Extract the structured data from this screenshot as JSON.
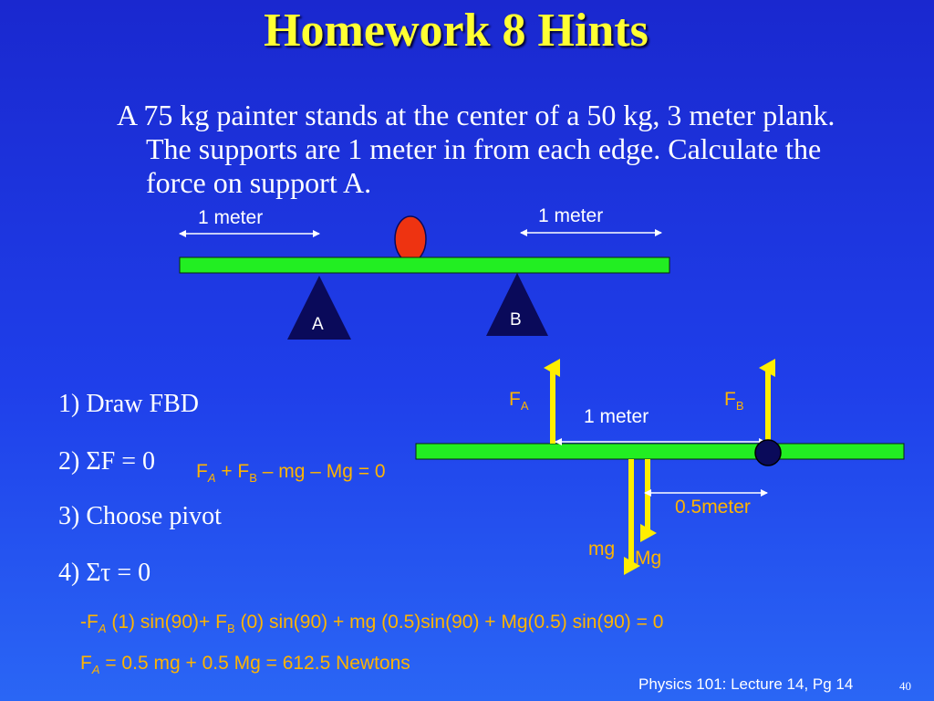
{
  "title": "Homework 8 Hints",
  "problem": "A 75 kg painter stands at the center of a 50 kg, 3 meter plank. The supports are 1 meter in from each edge. Calculate the force on support A.",
  "top_diagram": {
    "left_dim": "1 meter",
    "right_dim": "1 meter",
    "support_a": "A",
    "support_b": "B"
  },
  "fbd": {
    "fa_main": "F",
    "fa_sub": "A",
    "fb_main": "F",
    "fb_sub": "B",
    "dim_1": "1 meter",
    "dim_2": "0.5meter",
    "mg_label": "mg",
    "Mg_label": "Mg"
  },
  "steps": {
    "s1": "1) Draw FBD",
    "s2": "2) ΣF = 0",
    "s3": "3) Choose pivot",
    "s4": "4) Στ = 0"
  },
  "equations": {
    "force_sum": {
      "p1": "F",
      "s1": "A",
      "p2": " + F",
      "s2": "B",
      "p3": " – mg – Mg = 0"
    },
    "torque_sum": {
      "p1": "-F",
      "s1": "A",
      "p2": " (1) sin(90)+ F",
      "s2": "B",
      "p3": " (0) sin(90) + mg (0.5)sin(90) + Mg(0.5) sin(90) = 0"
    },
    "result": {
      "p1": "F",
      "s1": "A",
      "p2": " = 0.5 mg + 0.5 Mg  = 612.5 Newtons"
    }
  },
  "footer": {
    "lecture": "Physics 101: Lecture 14, Pg 14",
    "page": "40"
  },
  "colors": {
    "plank": "#22ee22",
    "painter": "#ee3311",
    "support": "#0a0a5a",
    "force_arrow": "#ffee00",
    "equation_text": "#ffb400"
  }
}
